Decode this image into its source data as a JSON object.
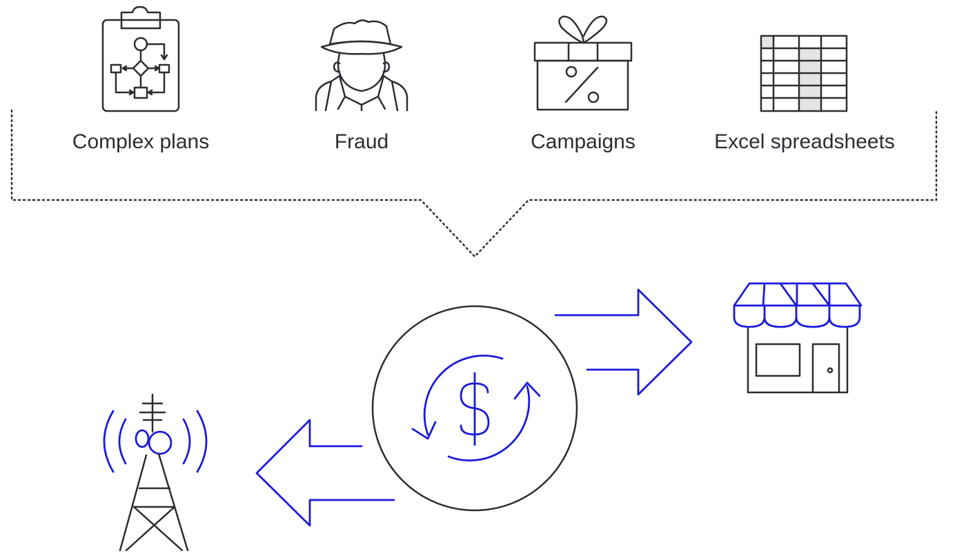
{
  "issues": [
    {
      "label": "Complex plans",
      "icon": "flowchart-clipboard-icon"
    },
    {
      "label": "Fraud",
      "icon": "detective-icon"
    },
    {
      "label": "Campaigns",
      "icon": "gift-discount-icon"
    },
    {
      "label": "Excel spreadsheets",
      "icon": "spreadsheet-icon"
    }
  ],
  "colors": {
    "ink": "#2b2d33",
    "accent": "#1a1adb"
  },
  "flow": {
    "center_icon": "dollar-cycle-icon",
    "right_target_icon": "storefront-icon",
    "left_target_icon": "cell-tower-icon",
    "right_arrow_icon": "arrow-right-icon",
    "left_arrow_icon": "arrow-left-icon"
  }
}
